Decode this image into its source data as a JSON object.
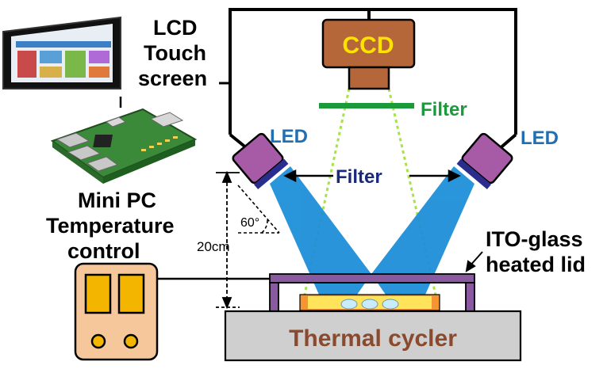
{
  "labels": {
    "ccd": "CCD",
    "lcd_line1": "LCD",
    "lcd_line2": "Touch",
    "lcd_line3": "screen",
    "filter_top": "Filter",
    "filter_middle": "Filter",
    "led_left": "LED",
    "led_right": "LED",
    "minipc_line1": "Mini PC",
    "minipc_line2": "Temperature",
    "minipc_line3": "control",
    "ito_line1": "ITO-glass",
    "ito_line2": "heated lid",
    "angle": "60°",
    "distance": "20cm",
    "thermal_cycler": "Thermal cycler"
  },
  "colors": {
    "ccd_body": "#b5673a",
    "ccd_text": "#ffe200",
    "led_body": "#a75aa6",
    "led_lens": "#2b2d8c",
    "beam": "#1e8fd8",
    "filter_green": "#1a9a3a",
    "fov_dash": "#a6e24a",
    "lid": "#8a5aa0",
    "thermal_cycler": "#cfcfcf",
    "thermal_cycler_text": "#8a4a2e",
    "control_box": "#f6c79a",
    "control_slot": "#f3b500",
    "sample_block": "#f49433",
    "sample_plate": "#ffe35a",
    "wells": "#c8ecfb"
  },
  "icons": {
    "touchscreen": "tablet-display-icon",
    "mini_pc": "circuit-board-icon"
  }
}
